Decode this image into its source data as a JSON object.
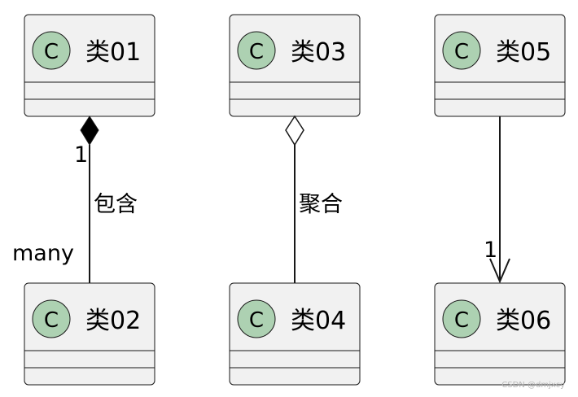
{
  "classes": [
    {
      "id": "c01",
      "name": "类01",
      "stereotype": "C"
    },
    {
      "id": "c02",
      "name": "类02",
      "stereotype": "C"
    },
    {
      "id": "c03",
      "name": "类03",
      "stereotype": "C"
    },
    {
      "id": "c04",
      "name": "类04",
      "stereotype": "C"
    },
    {
      "id": "c05",
      "name": "类05",
      "stereotype": "C"
    },
    {
      "id": "c06",
      "name": "类06",
      "stereotype": "C"
    }
  ],
  "relations": [
    {
      "from": "类01",
      "to": "类02",
      "type": "composition",
      "label": "包含",
      "from_multiplicity": "1",
      "to_multiplicity": "many"
    },
    {
      "from": "类03",
      "to": "类04",
      "type": "aggregation",
      "label": "聚合"
    },
    {
      "from": "类05",
      "to": "类06",
      "type": "association",
      "to_multiplicity": "1"
    }
  ],
  "colors": {
    "class_fill": "#f1f1f1",
    "badge_fill": "#add1b2",
    "line": "#181818"
  },
  "watermark": "CSDN @dmjxcy"
}
